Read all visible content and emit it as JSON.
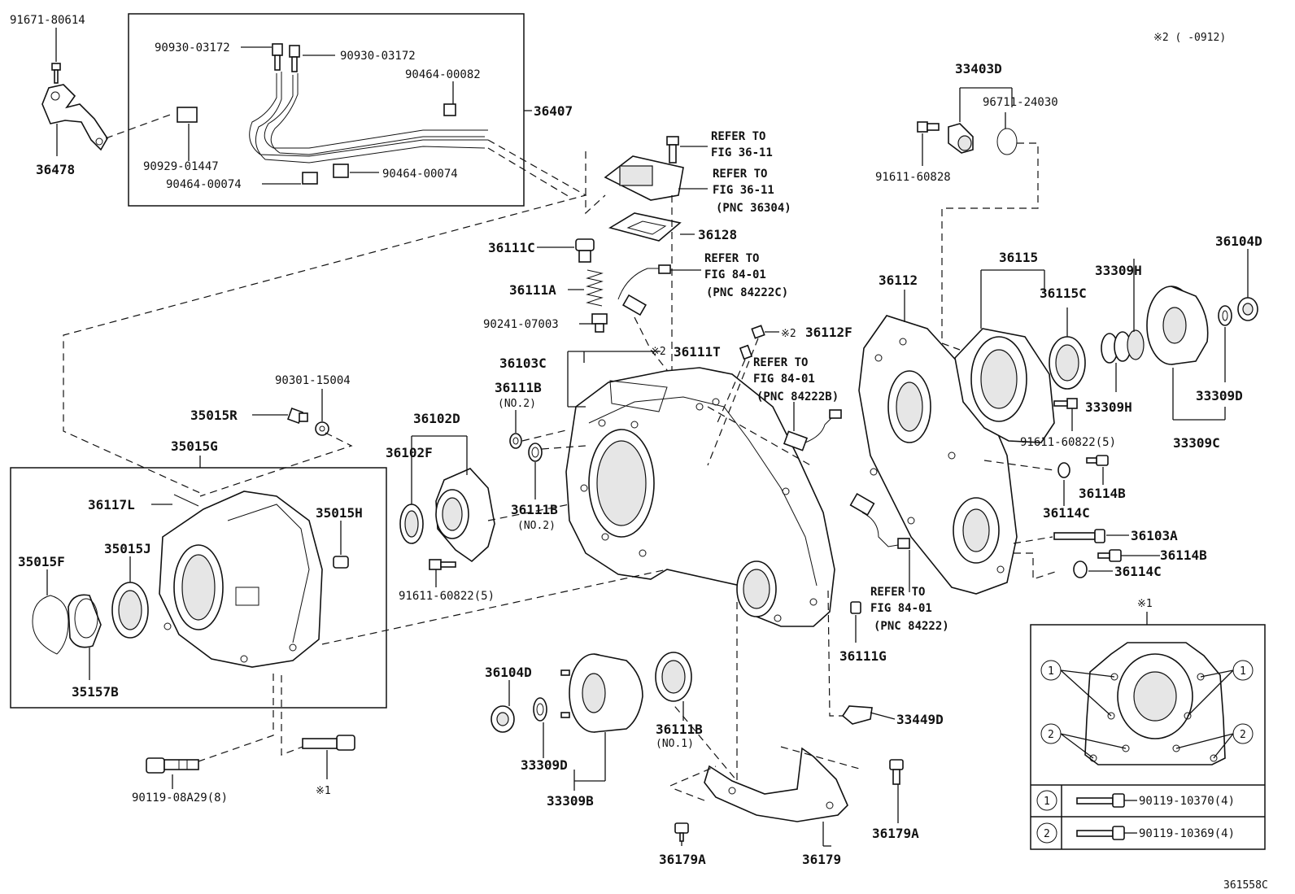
{
  "header": {
    "note": "※2 (      -0912)",
    "diagram_code": "361558C"
  },
  "labels": {
    "p91671_80614": "91671-80614",
    "p36478": "36478",
    "p90930_03172_a": "90930-03172",
    "p90930_03172_b": "90930-03172",
    "p90464_00082": "90464-00082",
    "p36407": "36407",
    "p90929_01447": "90929-01447",
    "p90464_00074_a": "90464-00074",
    "p90464_00074_b": "90464-00074",
    "p36111C": "36111C",
    "p36128": "36128",
    "p36111A": "36111A",
    "p90241_07003": "90241-07003",
    "p36112F": "36112F",
    "p36111T": "36111T",
    "p36103C": "36103C",
    "p36111B_no2_a": "36111B",
    "no2_a": "(NO.2)",
    "p36111B_no2_b": "36111B",
    "no2_b": "(NO.2)",
    "p36102D": "36102D",
    "p36102F": "36102F",
    "p91611_60822_5a": "91611-60822(5)",
    "p90301_15004": "90301-15004",
    "p35015R": "35015R",
    "p35015G": "35015G",
    "p36117L": "36117L",
    "p35015H": "35015H",
    "p35015J": "35015J",
    "p35015F": "35015F",
    "p35157B": "35157B",
    "p90119_08A29": "90119-08A29(8)",
    "x1_a": "※1",
    "p36104D_a": "36104D",
    "p33309D_a": "33309D",
    "p33309B": "33309B",
    "p36111B_no1": "36111B",
    "no1": "(NO.1)",
    "p36111G": "36111G",
    "p33449D": "33449D",
    "p36179A_a": "36179A",
    "p36179A_b": "36179A",
    "p36179": "36179",
    "p33403D": "33403D",
    "p96711_24030": "96711-24030",
    "p91611_60828": "91611-60828",
    "p36112": "36112",
    "p36115": "36115",
    "p36115C": "36115C",
    "p33309H_a": "33309H",
    "p33309H_b": "33309H",
    "p36104D_b": "36104D",
    "p33309D_b": "33309D",
    "p33309C": "33309C",
    "p91611_60822_5b": "91611-60822(5)",
    "p36114B_a": "36114B",
    "p36114C_a": "36114C",
    "p36103A": "36103A",
    "p36114B_b": "36114B",
    "p36114C_b": "36114C",
    "x1_b": "※1",
    "inset_bolt1": "90119-10370(4)",
    "inset_bolt2": "90119-10369(4)",
    "circle1": "1",
    "circle2": "2",
    "x2_a": "※2",
    "x2_b": "※2"
  },
  "refers": {
    "r1_l1": "REFER TO",
    "r1_l2": "FIG 36-11",
    "r2_l1": "REFER TO",
    "r2_l2": "FIG 36-11",
    "r2_l3": "(PNC 36304)",
    "r3_l1": "REFER TO",
    "r3_l2": "FIG 84-01",
    "r3_l3": "(PNC 84222C)",
    "r4_l1": "REFER TO",
    "r4_l2": "FIG 84-01",
    "r4_l3": "(PNC 84222B)",
    "r5_l1": "REFER TO",
    "r5_l2": "FIG 84-01",
    "r5_l3": "(PNC 84222)"
  }
}
